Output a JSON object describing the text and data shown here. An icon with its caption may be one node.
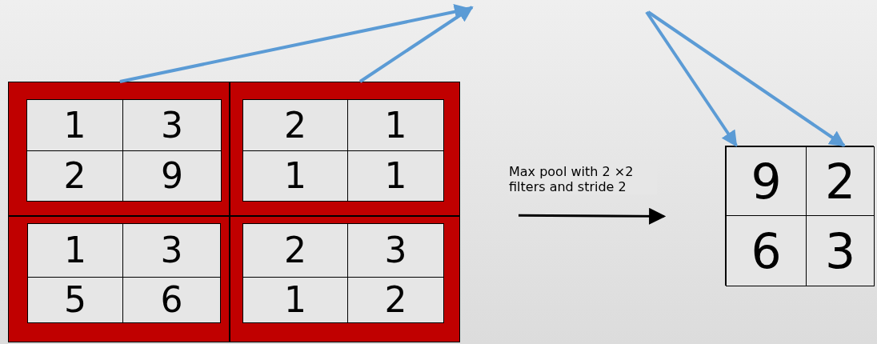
{
  "diagram": {
    "nodes": [
      {
        "text": [],
        "shape": "box"
      },
      {
        "text": [],
        "shape": "box",
        "in": 0
      },
      {
        "text": [
          "1"
        ],
        "in": 1
      },
      {
        "text": [
          "3"
        ],
        "in": 1
      },
      {
        "text": [
          "2"
        ],
        "in": 1
      },
      {
        "text": [
          "9"
        ],
        "in": 1
      },
      {
        "text": [],
        "shape": "box",
        "in": 0
      },
      {
        "text": [
          "2"
        ],
        "in": 6
      },
      {
        "text": [
          "1"
        ],
        "in": 6
      },
      {
        "text": [
          "1"
        ],
        "in": 6
      },
      {
        "text": [
          "1"
        ],
        "in": 6
      },
      {
        "text": [],
        "shape": "box",
        "in": 0
      },
      {
        "text": [
          "1"
        ],
        "in": 11
      },
      {
        "text": [
          "3"
        ],
        "in": 11
      },
      {
        "text": [
          "5"
        ],
        "in": 11
      },
      {
        "text": [
          "6"
        ],
        "in": 11
      },
      {
        "text": [],
        "shape": "box",
        "in": 0
      },
      {
        "text": [
          "2"
        ],
        "in": 16
      },
      {
        "text": [
          "3"
        ],
        "in": 16
      },
      {
        "text": [
          "1"
        ],
        "in": 16
      },
      {
        "text": [
          "2"
        ],
        "in": 16
      },
      {
        "text": [],
        "shape": "box"
      },
      {
        "text": [
          "9"
        ],
        "in": 21
      },
      {
        "text": [
          "2"
        ],
        "in": 21
      },
      {
        "text": [
          "6"
        ],
        "in": 21
      },
      {
        "text": [
          "3"
        ],
        "in": 21
      }
    ],
    "edges": [
      {
        "from": 1,
        "to": null,
        "arrow": "to"
      },
      {
        "from": 6,
        "to": null,
        "arrow": "to"
      },
      {
        "from": null,
        "to": 22,
        "arrow": "to"
      },
      {
        "from": null,
        "to": 23,
        "arrow": "to"
      },
      {
        "from": 0,
        "to": 21,
        "arrow": "to",
        "label": "Max pool with 2 ×2 filters and stride 2",
        "color": "#000000"
      }
    ]
  }
}
